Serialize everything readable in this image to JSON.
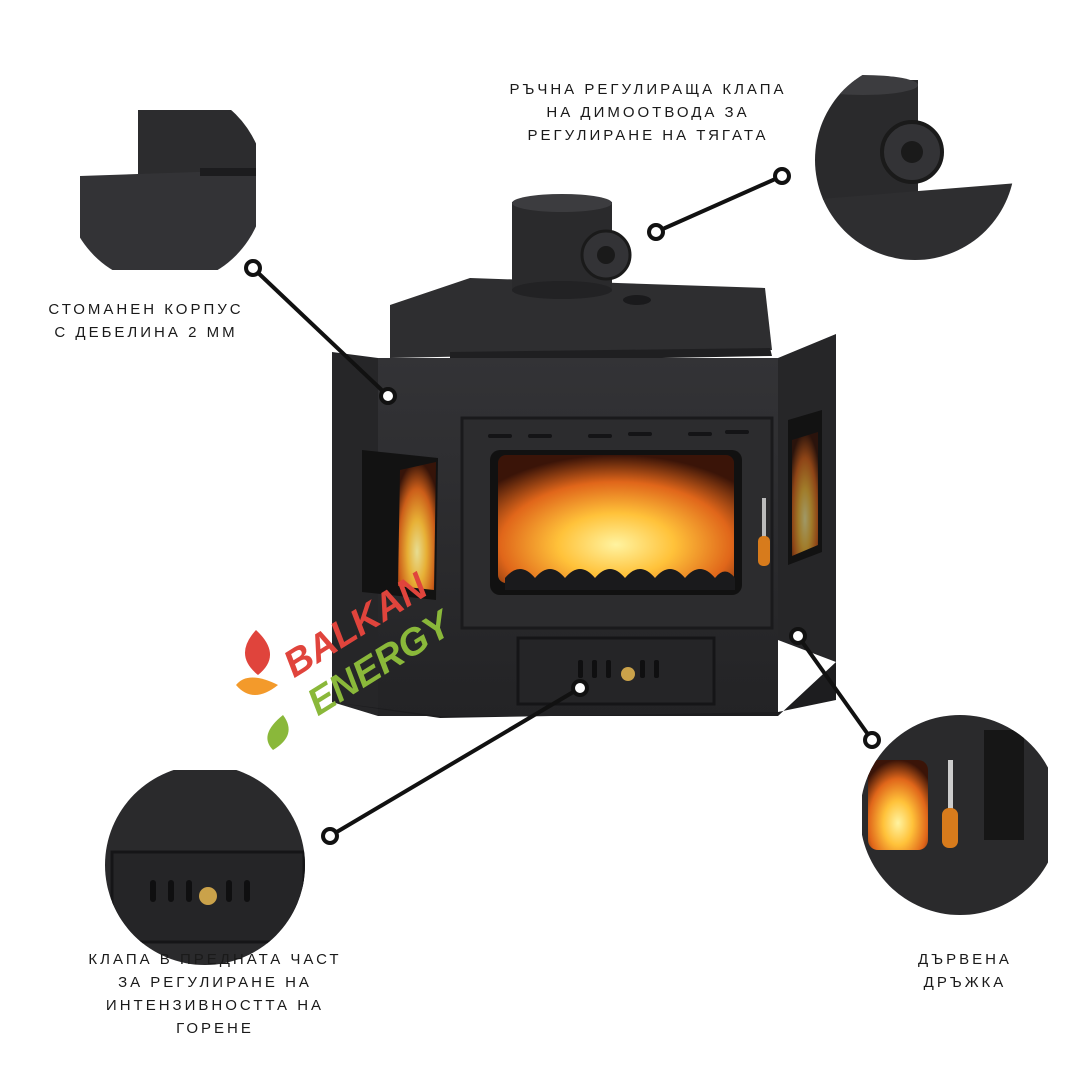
{
  "labels": {
    "steel_body": [
      "Стоманен корпус",
      "с дебелина 2 мм"
    ],
    "flue_damper": [
      "Ръчна регулираща клапа",
      "на димоотвода за",
      "регулиране на тягата"
    ],
    "front_damper": [
      "Клапа в предната част",
      "за регулиране на",
      "интензивността на",
      "горене"
    ],
    "wooden_handle": [
      "Дървена",
      "дръжка"
    ]
  },
  "logo": {
    "line1": "BALKAN",
    "line2": "ENERGY"
  },
  "colors": {
    "stove": "#2b2b2d",
    "stove_dark": "#1c1c1e",
    "stove_light": "#3a3a3d",
    "flame": "#f5a623",
    "flame_core": "#ffe066",
    "logo_red": "#e0443c",
    "logo_green": "#8ab83a",
    "logo_orange": "#f39a2b"
  }
}
